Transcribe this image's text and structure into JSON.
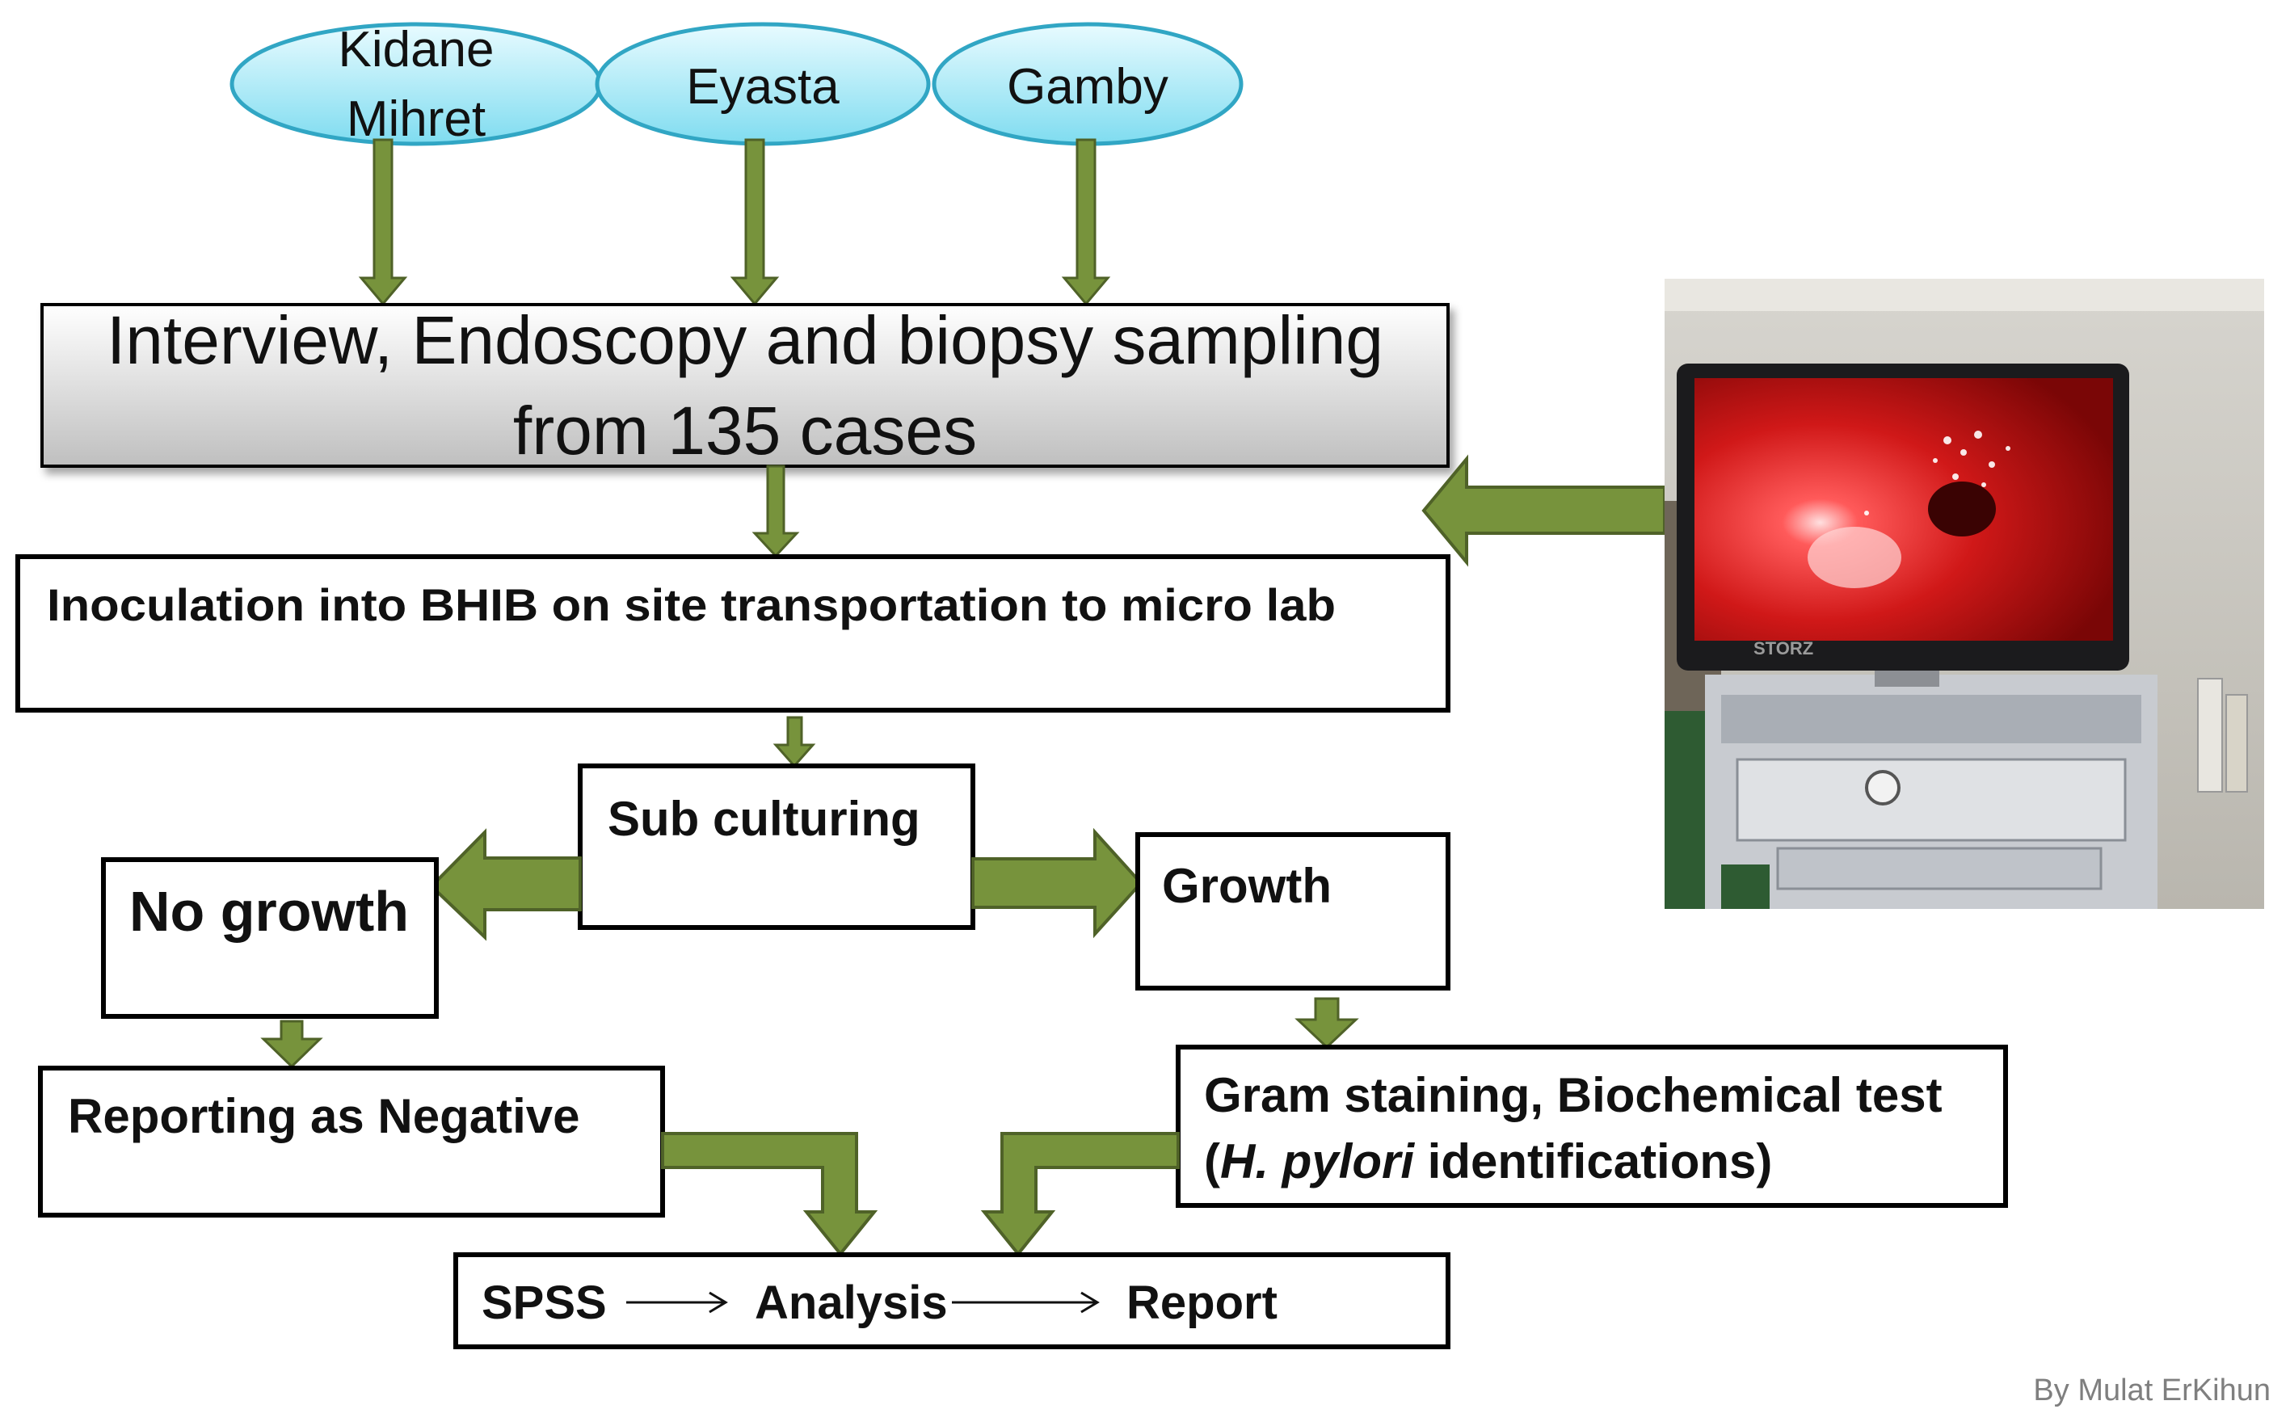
{
  "colors": {
    "arrow_fill": "#77933c",
    "arrow_stroke": "#4f6228",
    "ellipse_fill_top": "#e8fbff",
    "ellipse_fill_bottom": "#7fdcf0",
    "ellipse_stroke": "#31a6c4",
    "grey_box_top": "#ffffff",
    "grey_box_bottom": "#bfbfbf",
    "box_stroke": "#000000",
    "credit_text": "#7f7f7f"
  },
  "sites": [
    {
      "label_line1": "Kidane",
      "label_line2": "Mihret"
    },
    {
      "label": "Eyasta"
    },
    {
      "label": "Gamby"
    }
  ],
  "steps": {
    "sampling_line1": "Interview, Endoscopy  and  biopsy sampling",
    "sampling_line2": "from 135 cases",
    "inoculation": "Inoculation into BHIB on site transportation to micro lab",
    "subculture": "Sub culturing",
    "no_growth": "No growth",
    "growth": "Growth",
    "negative": "Reporting as Negative",
    "gram_line1": "Gram staining, Biochemical test",
    "gram_line2_open": "(",
    "gram_line2_italic": "H. pylori",
    "gram_line2_rest": " identifications)",
    "spss": "SPSS",
    "analysis": "Analysis",
    "report": "Report"
  },
  "photo": {
    "monitor_brand": "STORZ"
  },
  "credit": "By Mulat ErKihun"
}
